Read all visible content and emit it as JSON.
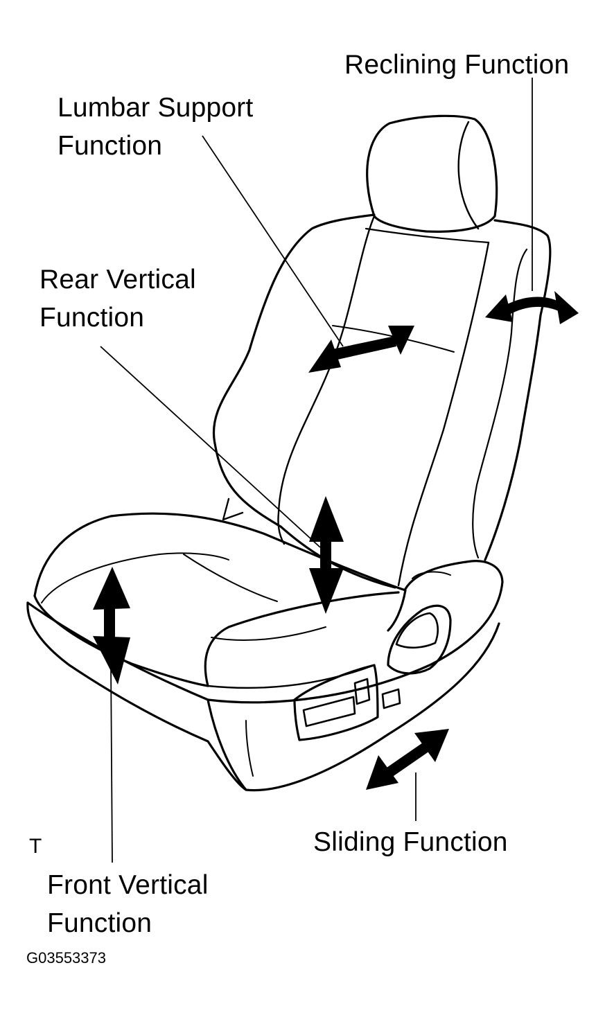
{
  "labels": {
    "reclining": [
      "Reclining Function"
    ],
    "lumbar": [
      "Lumbar Support",
      "Function"
    ],
    "rear_vertical": [
      "Rear Vertical",
      "Function"
    ],
    "sliding": [
      "Sliding Function"
    ],
    "front_vertical": [
      "Front Vertical",
      "Function"
    ]
  },
  "corner_mark": "T",
  "figure_code": "G03553373",
  "colors": {
    "ink": "#000000",
    "paper": "#ffffff"
  }
}
